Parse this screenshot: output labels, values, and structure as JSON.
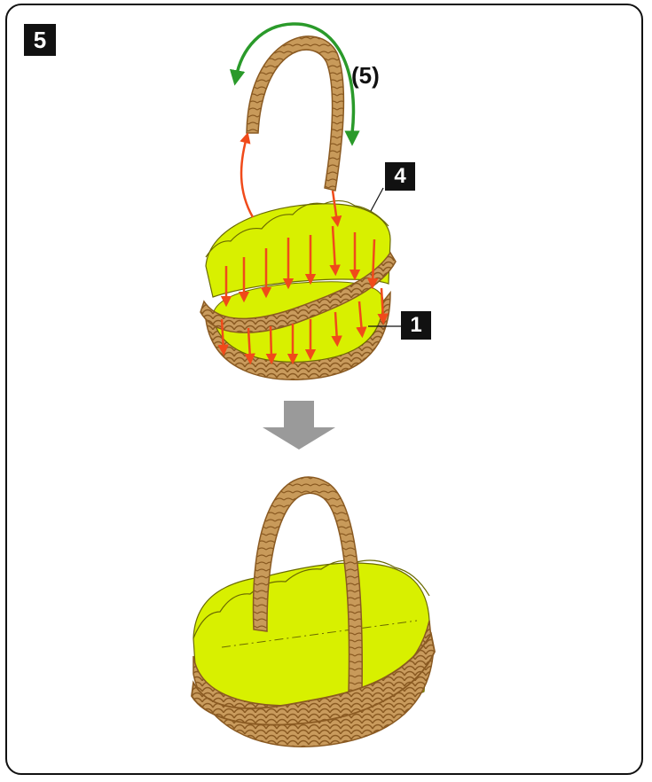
{
  "step_number": "5",
  "callouts": {
    "part_4": "4",
    "part_1": "1"
  },
  "handle_motion_label": "(5)",
  "colors": {
    "wicker": "#c89a5a",
    "wicker_dark": "#8a5a22",
    "liner": "#d8f000",
    "assembly_arrow": "#f04a1a",
    "rotation_arrow": "#2a9a2a",
    "down_arrow": "#9a9a9a"
  },
  "icons": [
    "rotate-arrow-icon",
    "down-arrow-icon"
  ]
}
